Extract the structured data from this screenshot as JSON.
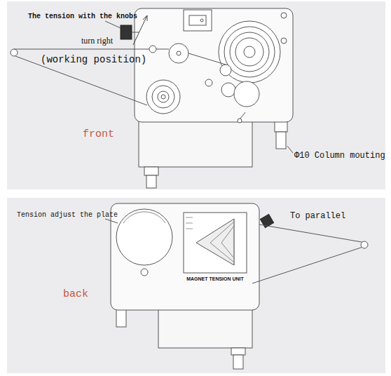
{
  "diagram": {
    "labels": [
      "The tension with the knobs",
      "turn right",
      "(working position)",
      "front",
      "Φ10 Column mouting",
      "Tension adjust the plate",
      "To parallel",
      "back",
      "MAGNET TENSION UNIT"
    ]
  }
}
